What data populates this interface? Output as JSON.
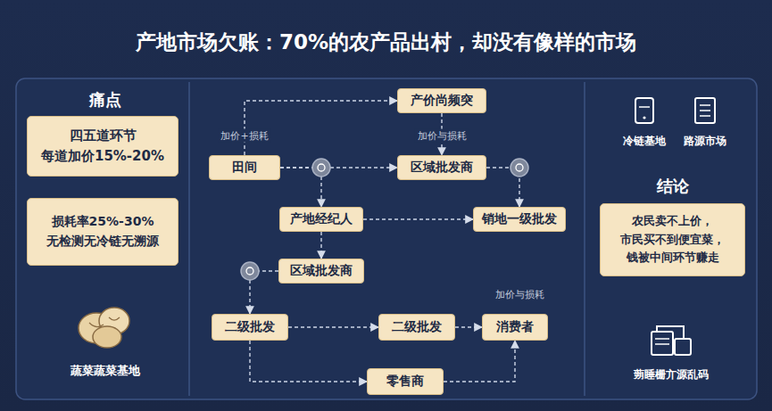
{
  "diagram": {
    "title": "产地市场欠账：70%的农产品出村，却没有像样的市场",
    "nodes": [
      {
        "text": [
          "四五道环节 每道加价15%-20%"
        ]
      },
      {
        "text": [
          "损耗率25%-30% 无检测无冷链无溯源"
        ]
      },
      {
        "text": [
          "产价尚频突"
        ]
      },
      {
        "text": [
          "田间"
        ]
      },
      {
        "text": [
          "区域批发商"
        ]
      },
      {
        "text": [
          "产地经纪人"
        ]
      },
      {
        "text": [
          "销地一级批发"
        ]
      },
      {
        "text": [
          "区域批发商"
        ]
      },
      {
        "text": [
          "二级批发"
        ]
      },
      {
        "text": [
          "二级批发"
        ]
      },
      {
        "text": [
          "消费者"
        ]
      },
      {
        "text": [
          "零售商"
        ]
      },
      {
        "text": [
          "结论",
          "农民卖不上价， 市民买不到便宜菜， 钱被中间环节赚走"
        ]
      }
    ],
    "edges": [
      {
        "from": 3,
        "to": 2,
        "arrow": "to",
        "label": "加价+损耗"
      },
      {
        "from": 3,
        "to": 4,
        "arrow": "to"
      },
      {
        "from": 2,
        "to": 4,
        "arrow": "to",
        "label": "加价与损耗"
      },
      {
        "from": 3,
        "to": 5,
        "arrow": "to"
      },
      {
        "from": 5,
        "to": 6,
        "arrow": "to"
      },
      {
        "from": 4,
        "to": 6,
        "arrow": "to"
      },
      {
        "from": 5,
        "to": 7,
        "arrow": "to"
      },
      {
        "from": 7,
        "to": 8,
        "arrow": "to"
      },
      {
        "from": 8,
        "to": 9,
        "arrow": "to"
      },
      {
        "from": 9,
        "to": 10,
        "arrow": "to"
      },
      {
        "from": 8,
        "to": 11,
        "arrow": "to"
      },
      {
        "from": 11,
        "to": 10,
        "arrow": "to"
      }
    ],
    "labels": [
      "痛点",
      "蔬菜蔬菜基地",
      "冷链基地",
      "路源市场",
      "蒴睡栅亣源乱码",
      "加价与损耗"
    ]
  }
}
